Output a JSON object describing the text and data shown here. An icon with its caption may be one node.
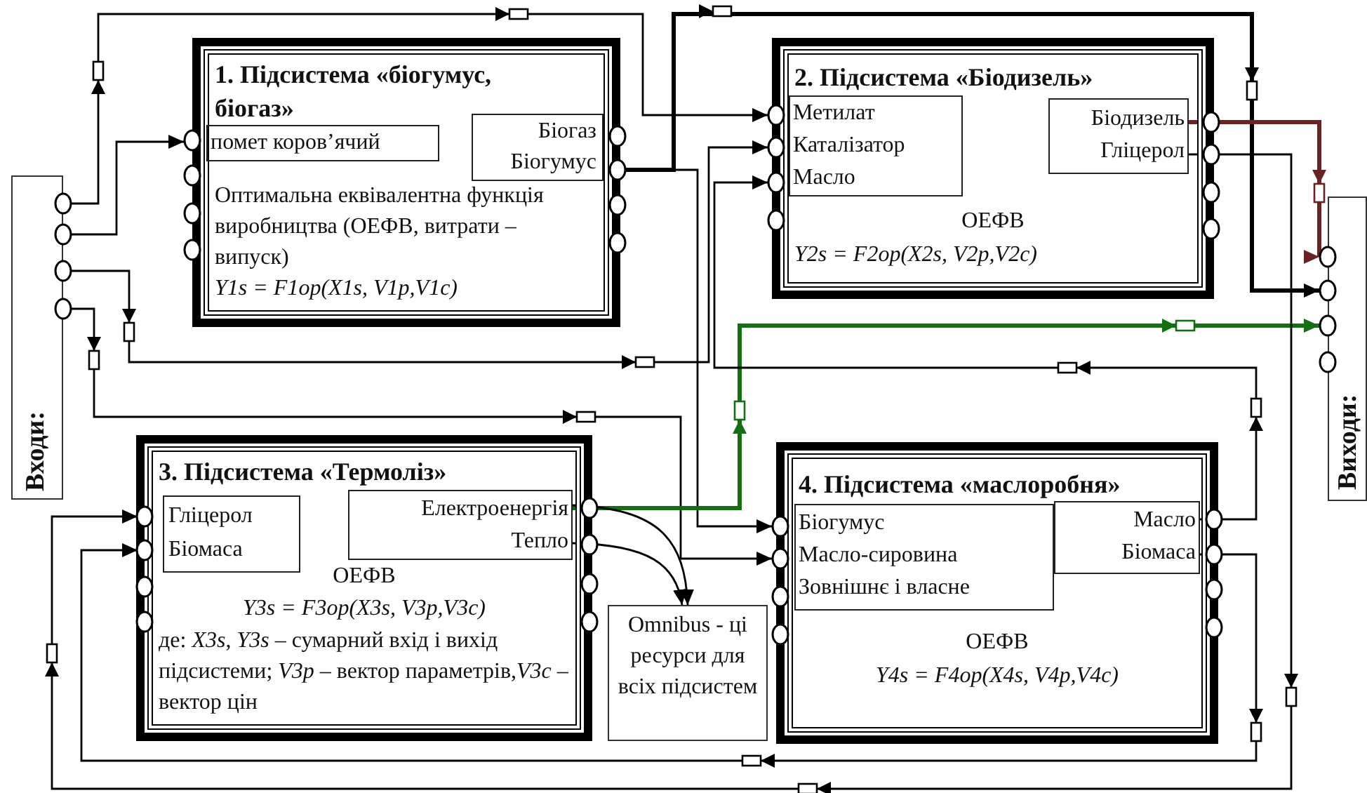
{
  "diagram": {
    "nodes": [
      {
        "text": [
          "Входи:"
        ]
      },
      {
        "text": [
          "1. Підсистема «біогумус, біогаз»",
          "Оптимальна еквівалентна функція виробництва (ОЕФВ, витрати – випуск)",
          "Y1s = F1op(X1s, V1p,V1c)"
        ]
      },
      {
        "text": [
          "помет коров’ячий"
        ],
        "in": 1
      },
      {
        "text": [
          "Біогаз",
          "Біогумус"
        ],
        "in": 1
      },
      {
        "text": [
          "2. Підсистема «Біодизель»",
          "ОЕФВ",
          "Y2s = F2op(X2s, V2p,V2c)"
        ]
      },
      {
        "text": [
          "Метилат",
          "Каталізатор",
          "Масло"
        ],
        "in": 4
      },
      {
        "text": [
          "Біодизель",
          "Гліцерол"
        ],
        "in": 4
      },
      {
        "text": [
          "Виходи:"
        ]
      },
      {
        "text": [
          "3. Підсистема «Термоліз»",
          "ОЕФВ",
          "Y3s = F3op(X3s, V3p,V3c)",
          "де: *X3s*, *Y3s* – сумарний вхід і вихід підсистеми; *V3p* – вектор параметрів,*V3c* – вектор цін"
        ]
      },
      {
        "text": [
          "Гліцерол",
          "Біомаса"
        ],
        "in": 8
      },
      {
        "text": [
          "Електроенергія",
          "Тепло"
        ],
        "in": 8
      },
      {
        "text": [
          "Omnibus - ці ресурси для всіх підсистем"
        ]
      },
      {
        "text": [
          "4. Підсистема «маслоробня»",
          "ОЕФВ",
          "Y4s = F4op(X4s, V4p,V4c)"
        ]
      },
      {
        "text": [
          "Біогумус",
          "Масло-сировина",
          "Зовнішнє і власне"
        ],
        "in": 12
      },
      {
        "text": [
          "Масло",
          "Біомаса"
        ],
        "in": 12
      }
    ],
    "edges": [
      {
        "from": 0,
        "to": 5,
        "arrow": "to"
      },
      {
        "from": 3,
        "to": 7,
        "arrow": "to",
        "style": "thick"
      },
      {
        "from": 3,
        "to": 13,
        "arrow": "to"
      },
      {
        "from": 0,
        "to": 2,
        "arrow": "to"
      },
      {
        "from": 0,
        "to": 5,
        "arrow": "to"
      },
      {
        "from": 0,
        "to": 13,
        "arrow": "to"
      },
      {
        "from": 10,
        "to": 7,
        "arrow": "to",
        "style": "thick",
        "color": "#127012"
      },
      {
        "from": 10,
        "to": 11,
        "arrow": "to"
      },
      {
        "from": 10,
        "to": 11,
        "arrow": "to"
      },
      {
        "from": 6,
        "to": 7,
        "arrow": "to",
        "style": "thick",
        "color": "#6b2222"
      },
      {
        "from": 6,
        "to": 9,
        "arrow": "to"
      },
      {
        "from": 14,
        "to": 5,
        "arrow": "to"
      },
      {
        "from": 14,
        "to": 9,
        "arrow": "to"
      }
    ]
  }
}
